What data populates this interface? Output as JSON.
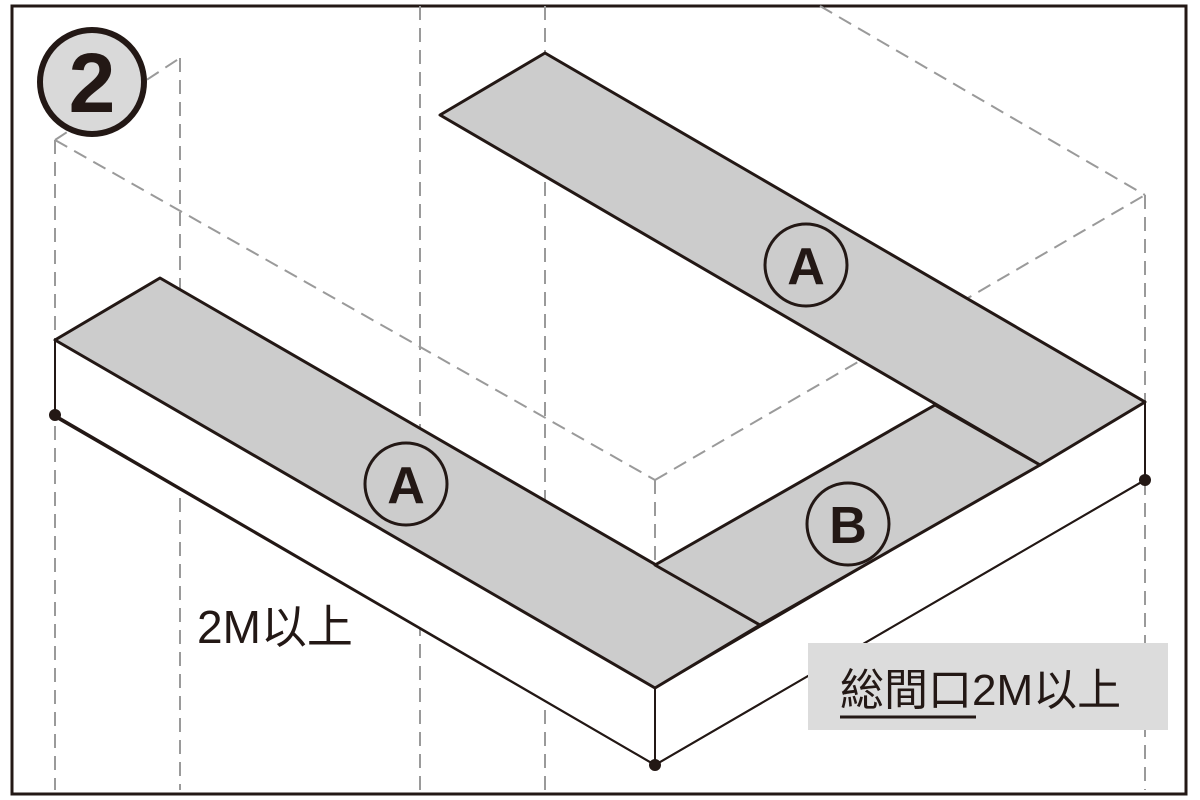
{
  "figure": {
    "step_number": "2",
    "strip_labels": {
      "front_strip": "A",
      "back_strip": "A",
      "connector_strip": "B"
    },
    "dimensions": {
      "left_side": "2M以上",
      "total_frontage_part1": "総間口",
      "total_frontage_part2": "2M以上"
    },
    "colors": {
      "line": "#231815",
      "strip_fill": "#cccccc",
      "label_box_fill": "#dcdcdc",
      "dashed_line": "#9a9a9a",
      "step_circle_fill": "#d9d9d9"
    }
  }
}
